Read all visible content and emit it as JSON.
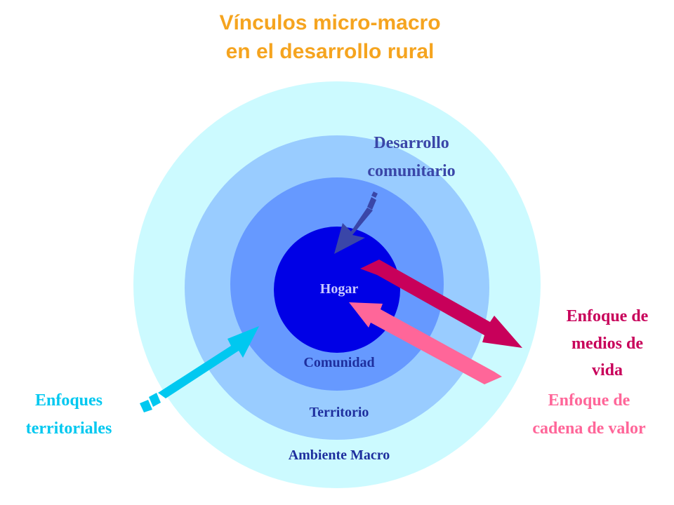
{
  "title": {
    "line1": "Vínculos micro-macro",
    "line2": "en el desarrollo rural"
  },
  "rings": {
    "macro": "Ambiente Macro",
    "territorio": "Territorio",
    "comunidad": "Comunidad",
    "hogar": "Hogar"
  },
  "labels": {
    "desarrollo": [
      "Desarrollo",
      "comunitario"
    ],
    "medios": [
      "Enfoque de",
      "medios de",
      "vida"
    ],
    "cadena": [
      "Enfoque de",
      "cadena de valor"
    ],
    "territoriales": [
      "Enfoques",
      "territoriales"
    ]
  },
  "colors": {
    "title": "#f5a41f",
    "ring_macro": "#ccfaff",
    "ring_territorio": "#99ccff",
    "ring_comunidad": "#6699ff",
    "hogar": "#0000e6",
    "ring_text": "#1e2f9e",
    "hogar_text": "#c8c8ff",
    "desarrollo": "#3a46a8",
    "medios": "#c8005a",
    "cadena": "#ff6699",
    "territoriales": "#00c8f0"
  }
}
